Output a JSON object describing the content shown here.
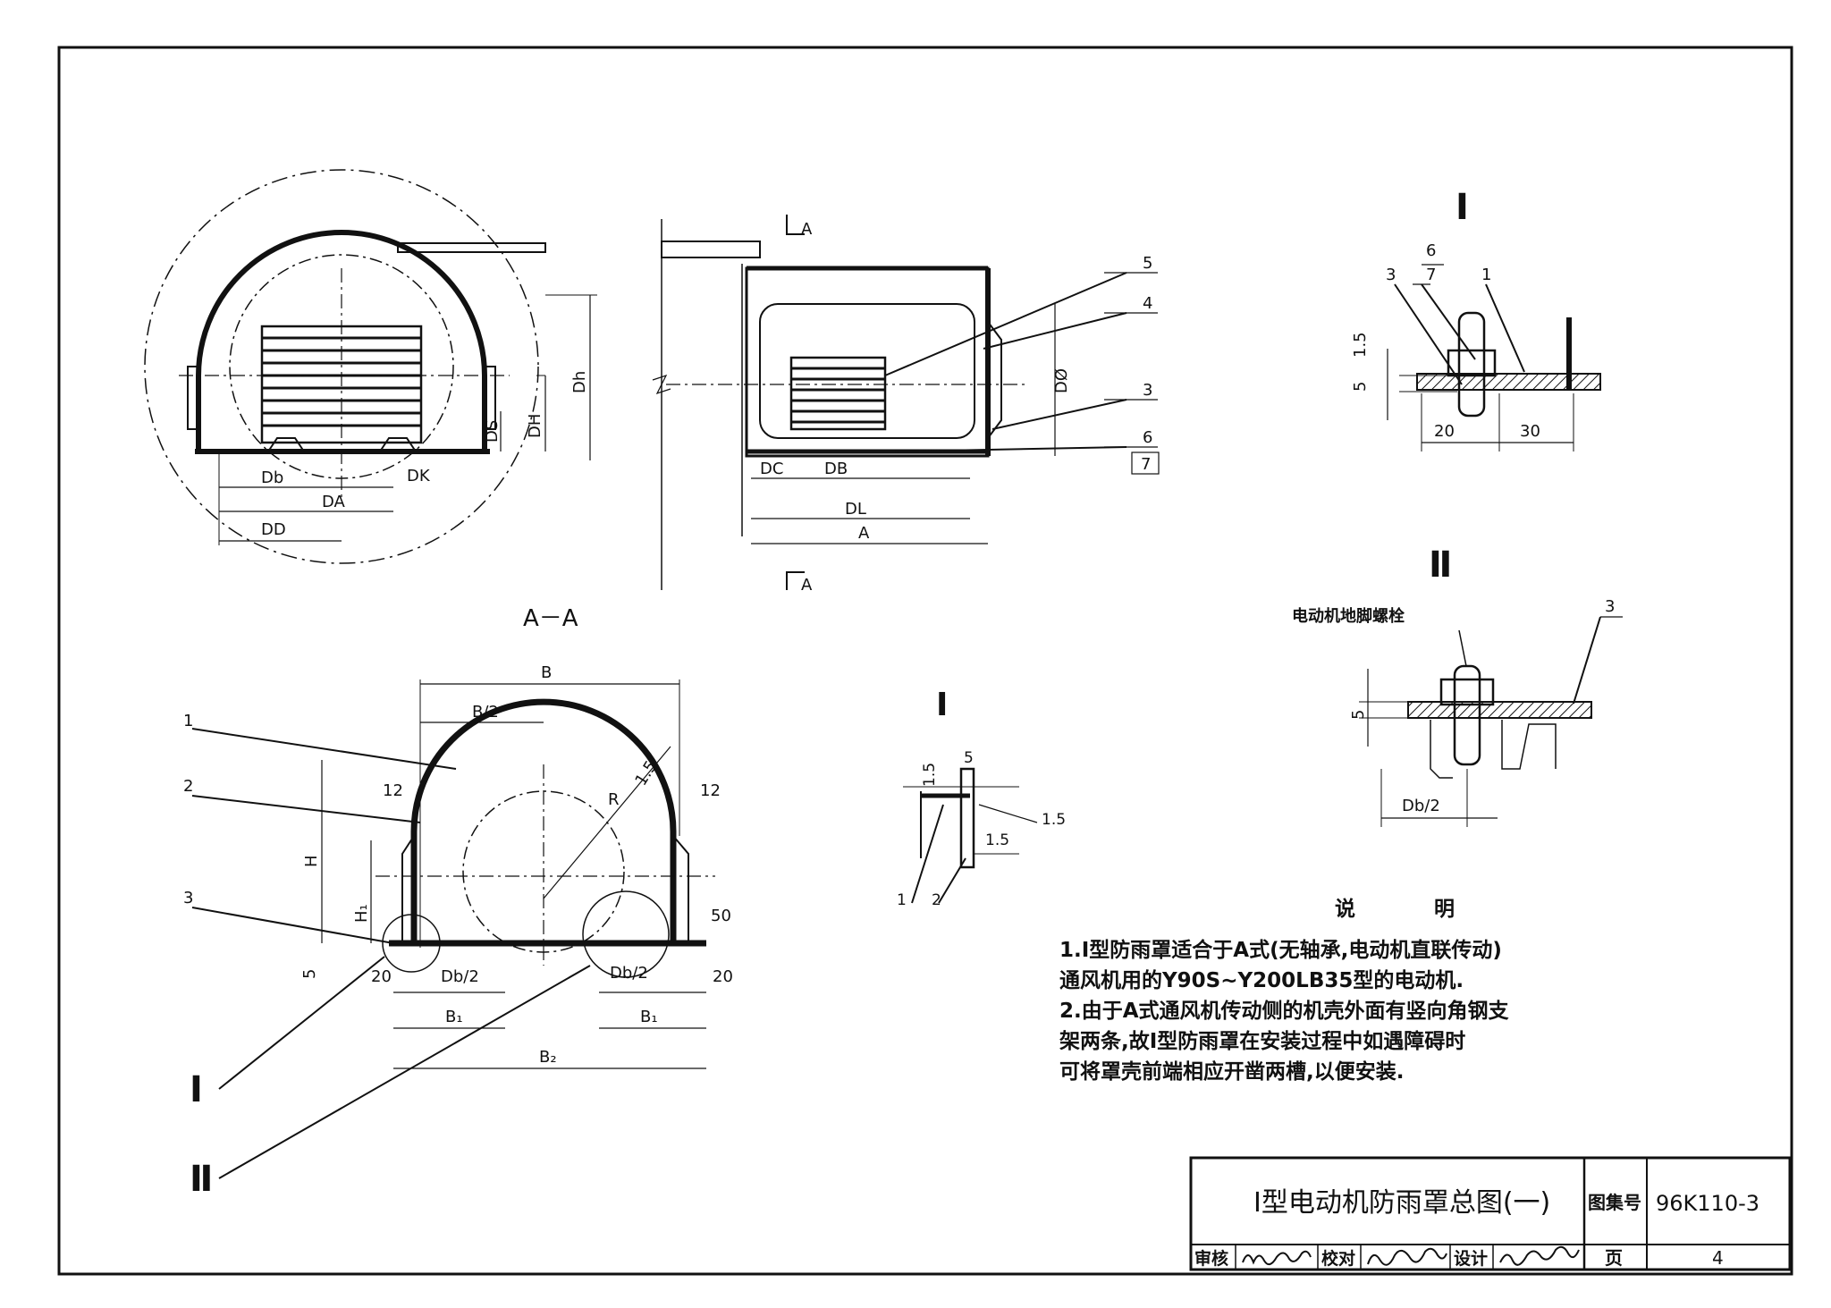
{
  "views": {
    "front_view": {
      "dimension_labels": [
        "Db",
        "DA",
        "DD",
        "DK",
        "DS",
        "DH",
        "Dh"
      ]
    },
    "side_view": {
      "dimension_labels": [
        "DC",
        "DB",
        "DL",
        "A",
        "DØ"
      ],
      "part_numbers": [
        "5",
        "4",
        "3",
        "6",
        "7"
      ],
      "section_marks": [
        "A",
        "A"
      ]
    },
    "section_view": {
      "title": "A－A",
      "dimension_labels": [
        "B",
        "B/2",
        "12",
        "12",
        "H",
        "H₁",
        "5",
        "R",
        "1.5",
        "50",
        "20",
        "20",
        "Db/2",
        "Db/2",
        "B₁",
        "B₁",
        "B₂"
      ],
      "part_numbers": [
        "1",
        "2",
        "3"
      ],
      "detail_marks": [
        "Ⅰ",
        "Ⅱ"
      ]
    },
    "detail_I_small": {
      "title": "Ⅰ",
      "dimension_labels": [
        "1.5",
        "5",
        "1.5",
        "1.5"
      ],
      "part_numbers": [
        "1",
        "2"
      ]
    },
    "detail_I_top": {
      "title": "Ⅰ",
      "dimension_labels": [
        "1.5",
        "5",
        "20",
        "30"
      ],
      "part_numbers": [
        "6",
        "7",
        "3",
        "1"
      ]
    },
    "detail_II": {
      "title": "Ⅱ",
      "annotation": "电动机地脚螺栓",
      "dimension_labels": [
        "5",
        "Db/2"
      ],
      "part_numbers": [
        "3"
      ]
    }
  },
  "notes": {
    "heading": "说 明",
    "lines": [
      "1.Ⅰ型防雨罩适合于A式(无轴承,电动机直联传动)",
      "  通风机用的Y90S~Y200LB35型的电动机.",
      "2.由于A式通风机传动侧的机壳外面有竖向角钢支",
      "  架两条,故Ⅰ型防雨罩在安装过程中如遇障碍时",
      "  可将罩壳前端相应开凿两槽,以便安装."
    ]
  },
  "title_block": {
    "drawing_title": "Ⅰ型电动机防雨罩总图(一)",
    "atlas_label": "图集号",
    "atlas_number": "96K110-3",
    "page_label": "页",
    "page_number": "4",
    "review_label": "审核",
    "check_label": "校对",
    "design_label": "设计"
  }
}
